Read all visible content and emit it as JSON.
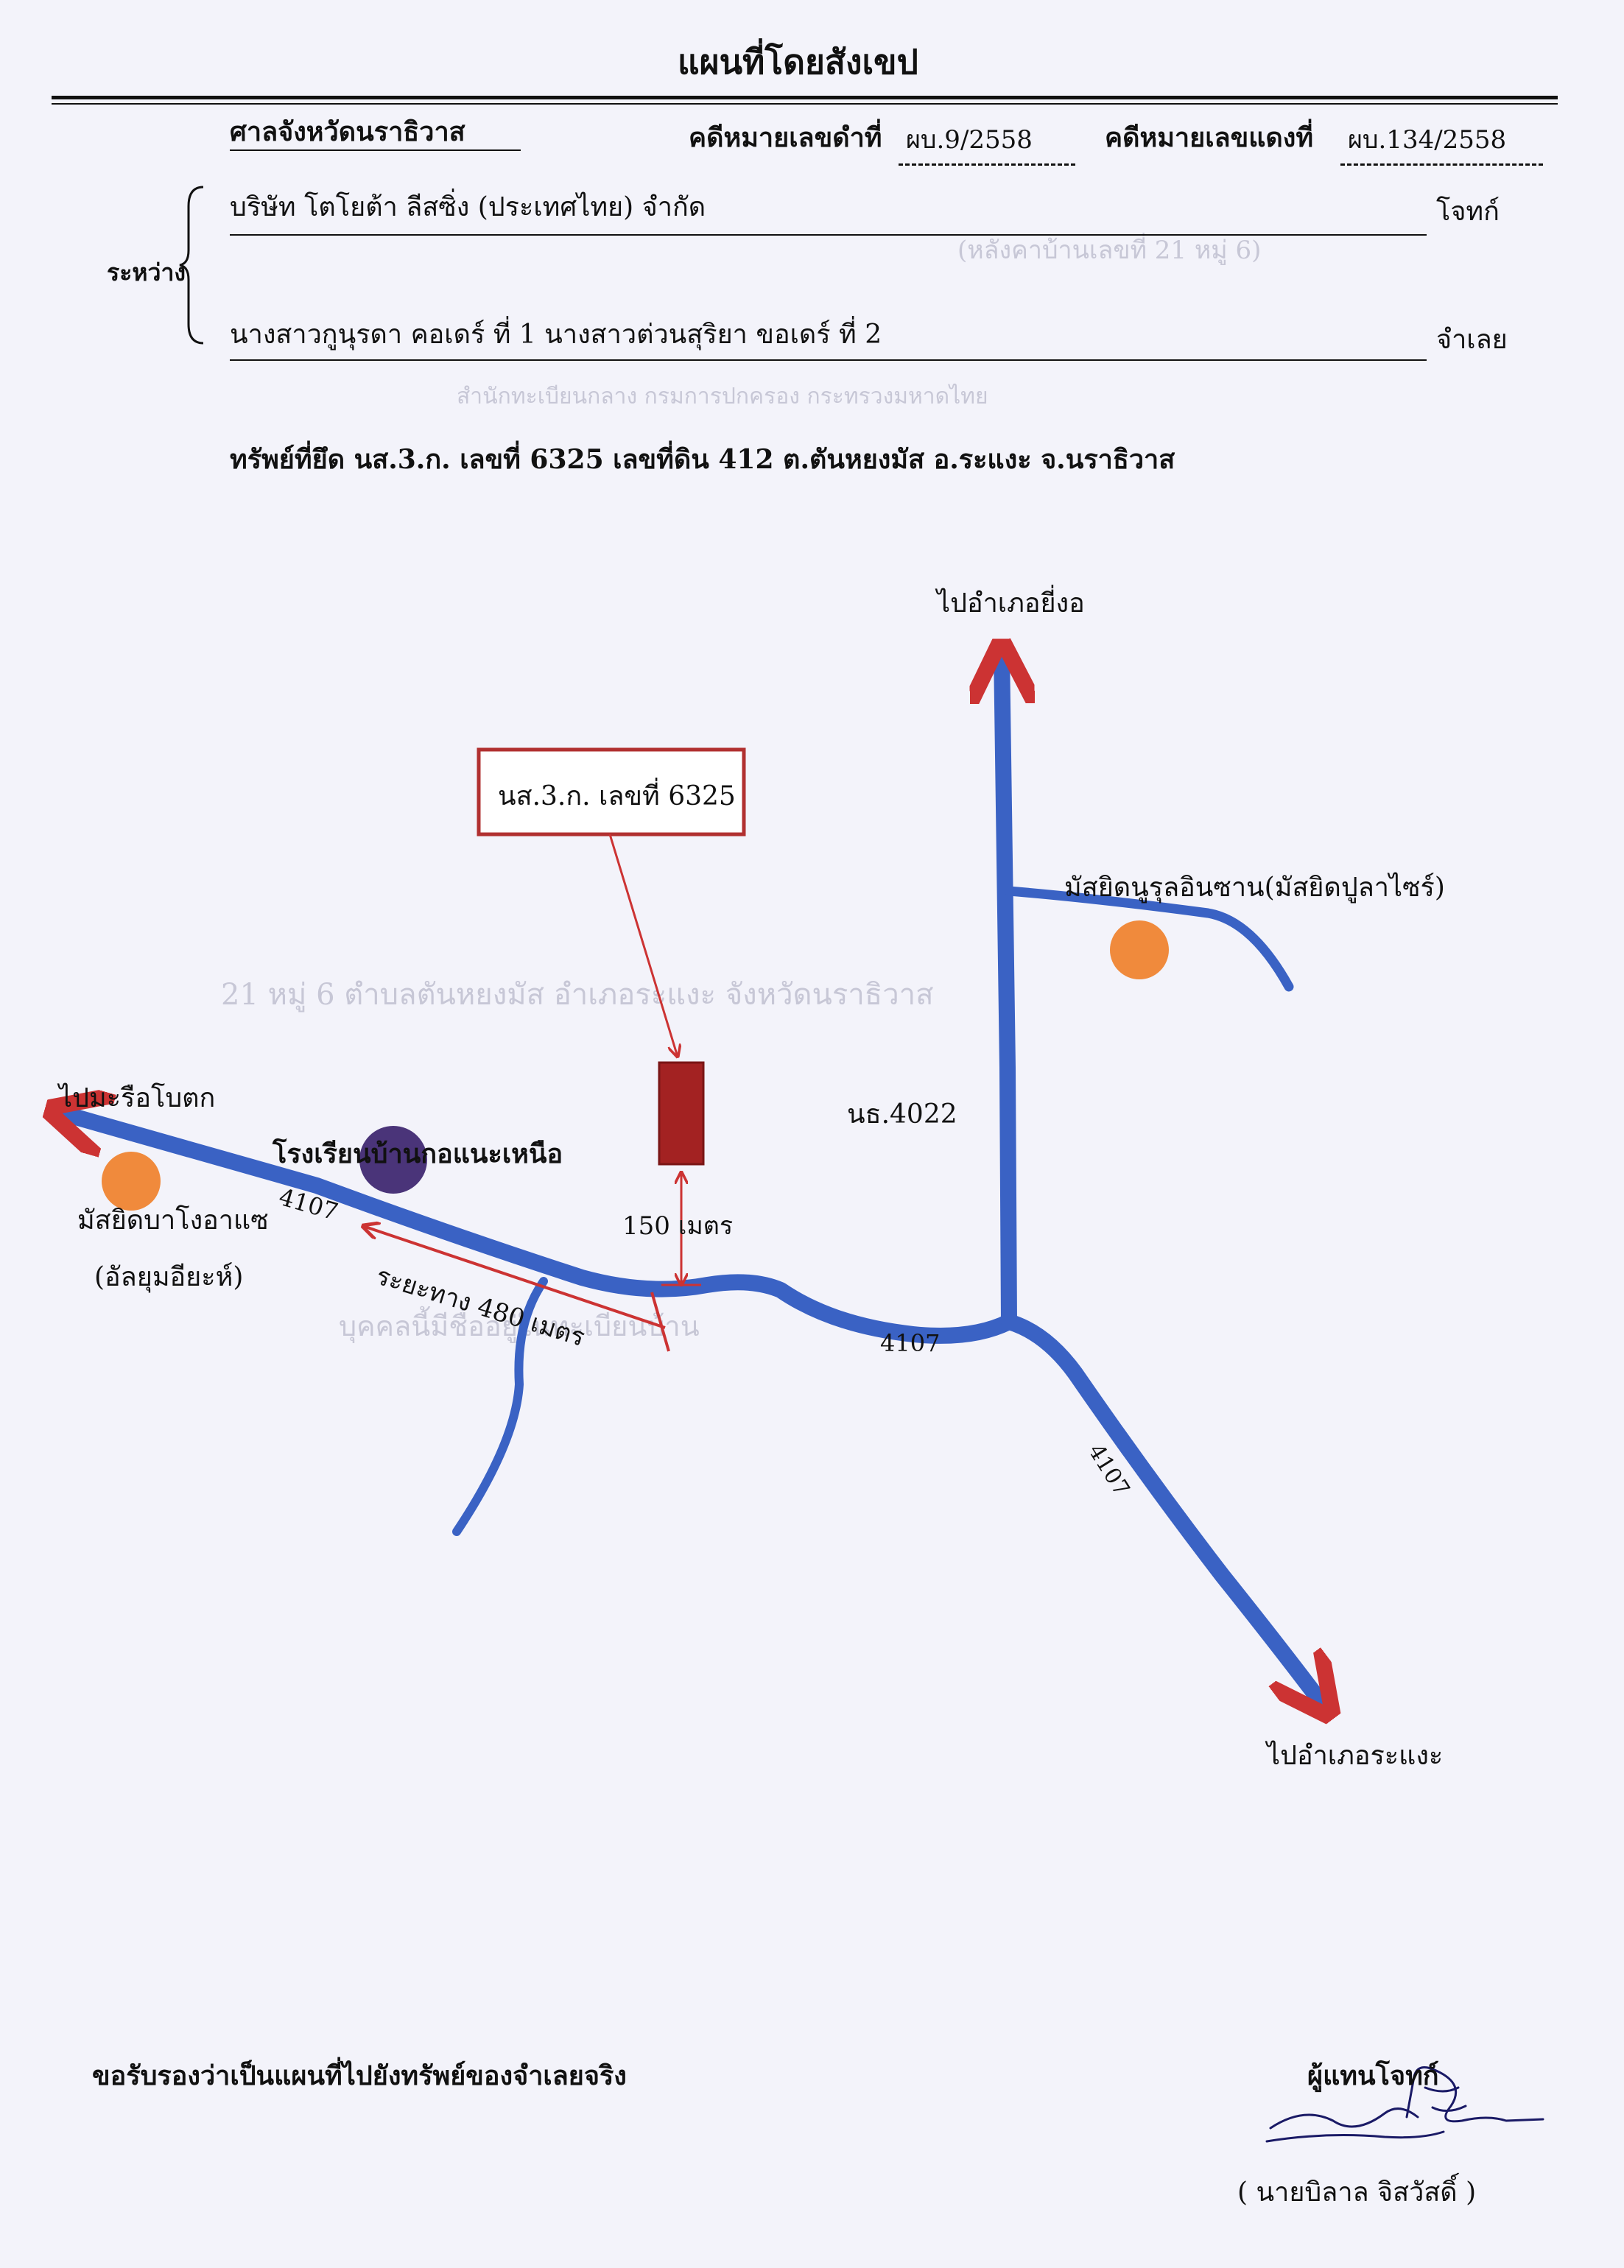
{
  "header": {
    "title": "แผนที่โดยสังเขป",
    "court": "ศาลจังหวัดนราธิวาส",
    "black_case_label": "คดีหมายเลขดำที่",
    "black_case_no": "ผบ.9/2558",
    "red_case_label": "คดีหมายเลขแดงที่",
    "red_case_no": "ผบ.134/2558",
    "between_label": "ระหว่าง",
    "plaintiff": "บริษัท โตโยต้า ลีสซิ่ง (ประเทศไทย) จำกัด",
    "plaintiff_role": "โจทก์",
    "defendant": "นางสาวกูนุรดา คอเดร์ ที่ 1 นางสาวต่วนสุริยา ขอเดร์ ที่ 2",
    "defendant_role": "จำเลย",
    "property": "ทรัพย์ที่ยึด นส.3.ก. เลขที่ 6325 เลขที่ดิน 412 ต.ตันหยงมัส อ.ระแงะ จ.นราธิวาส"
  },
  "map": {
    "to_yi_ngo": "ไปอำเภอยี่งอ",
    "to_rueso": "ไปมะรือโบตก",
    "to_ra_ngae": "ไปอำเภอระแงะ",
    "mosque_noorul": "มัสยิดนูรุลอินซาน(มัสยิดปูลาไซร์)",
    "mosque_bajo": "มัสยิดบาโงอาแซ",
    "mosque_bajo_2": "(อัลยุมอียะห์)",
    "school": "โรงเรียนบ้านกอแนะเหนือ",
    "road_nr": "นธ.4022",
    "road_4107_a": "4107",
    "road_4107_b": "4107",
    "road_4107_c": "4107",
    "callout": "นส.3.ก. เลขที่ 6325",
    "dist_150": "150 เมตร",
    "dist_480": "ระยะทาง 480 เมตร",
    "colors": {
      "road": "#3a62c4",
      "annotation": "#cc3333",
      "parcel": "#a32222",
      "mosque": "#f08a3c",
      "school": "#4a3479"
    }
  },
  "footer": {
    "certify": "ขอรับรองว่าเป็นแผนที่ไปยังทรัพย์ของจำเลยจริง",
    "signer_role": "ผู้แทนโจทก์",
    "signer_name": "(   นายบิลาล จิสวัสดิ์    )"
  },
  "background_text": {
    "line1": "(หลังคาบ้านเลขที่ 21 หมู่ 6)",
    "line2": "สำนักทะเบียนกลาง กรมการปกครอง กระทรวงมหาดไทย",
    "line3": "21 หมู่ 6 ตำบลตันหยงมัส อำเภอระแงะ จังหวัดนราธิวาส",
    "line4": "บุคคลนี้มีชื่ออยู่ในทะเบียนบ้าน"
  }
}
